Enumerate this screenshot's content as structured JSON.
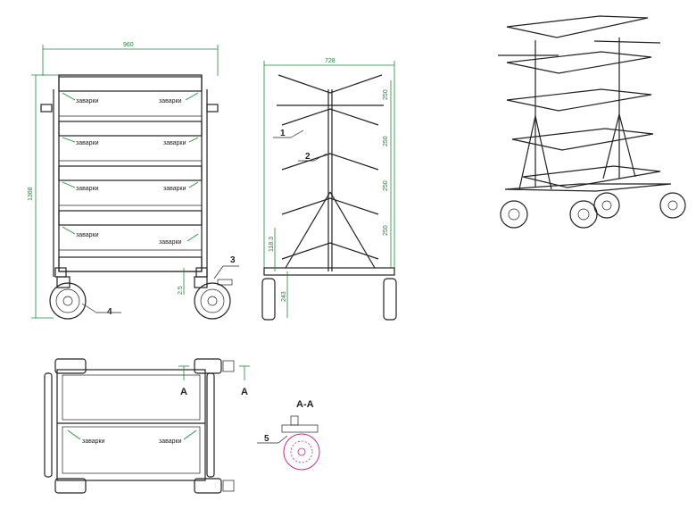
{
  "dims": {
    "front_width": "960",
    "front_height": "1368",
    "weld_gap": "2.5",
    "side_width": "728",
    "side_pitch_1": "250",
    "side_pitch_2": "250",
    "side_pitch_3": "250",
    "side_pitch_4": "250",
    "side_bottom": "118.3",
    "side_wheel": "243"
  },
  "weld_label": "заварки",
  "callouts": {
    "c1": "1",
    "c2": "2",
    "c3": "3",
    "c4": "4",
    "c5": "5"
  },
  "section": {
    "marker": "A",
    "title": "A-A"
  },
  "colors": {
    "dimension": "#1a8a3a",
    "outline": "#222222",
    "section": "#c0308a"
  }
}
